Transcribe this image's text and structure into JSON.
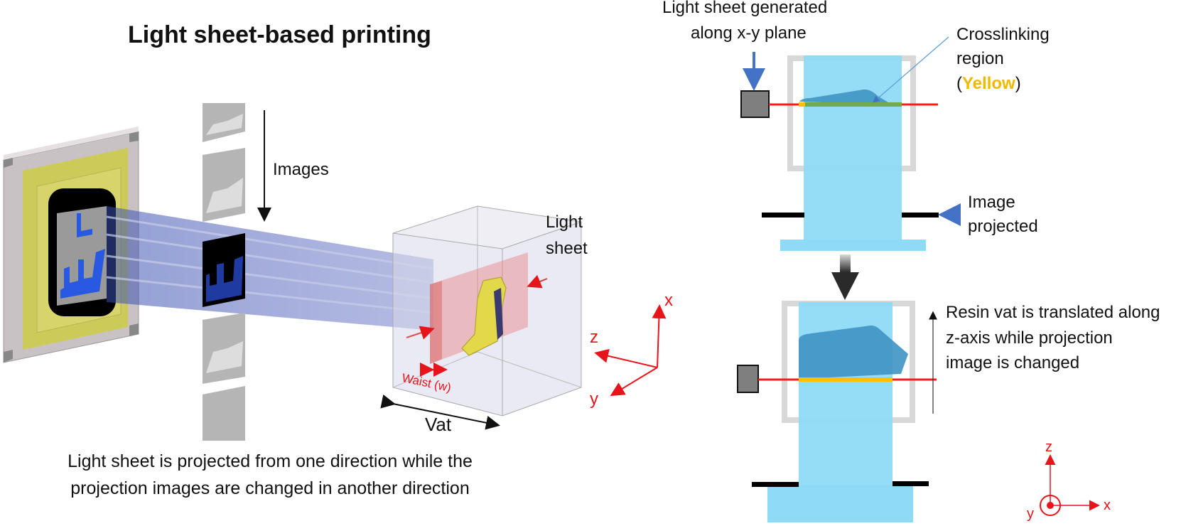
{
  "left_panel": {
    "title": "Light sheet-based printing",
    "images_label": "Images",
    "light_sheet_label_line1": "Light",
    "light_sheet_label_line2": "sheet",
    "waist_label": "Waist (w)",
    "vat_label": "Vat",
    "axes": {
      "x": "x",
      "y": "y",
      "z": "z"
    },
    "caption_line1": "Light sheet is projected from one direction while the",
    "caption_line2": "projection images are changed in another direction"
  },
  "right_panel": {
    "top_label_line1": "Light sheet generated",
    "top_label_line2": "along x-y plane",
    "crosslink_line1": "Crosslinking",
    "crosslink_line2": "region",
    "crosslink_paren_open": "(",
    "crosslink_highlight": "Yellow",
    "crosslink_paren_close": ")",
    "image_projected_line1": "Image",
    "image_projected_line2": "projected",
    "resin_line1": "Resin vat is translated along",
    "resin_line2": "z-axis while projection",
    "resin_line3": "image is changed",
    "axes": {
      "x": "x",
      "y": "y",
      "z": "z"
    }
  },
  "colors": {
    "beam_blue": "#8fdaf6",
    "laser_red": "#ff1a1a",
    "crosslink_yellow": "#ffc000",
    "axis_red": "#e8141b",
    "arrow_blue": "#4472c4"
  }
}
